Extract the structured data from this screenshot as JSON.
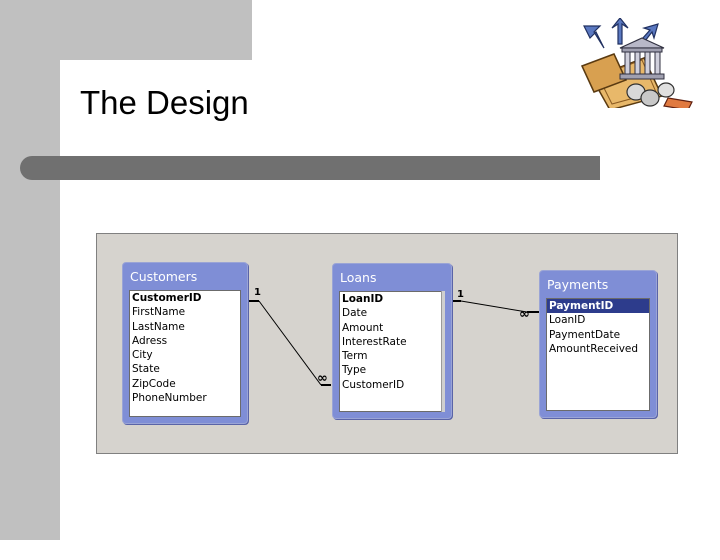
{
  "slide": {
    "title": "The Design"
  },
  "clipart": {
    "icon": "bank-finance-icon"
  },
  "tables": {
    "customers": {
      "title": "Customers",
      "fields": [
        "CustomerID",
        "FirstName",
        "LastName",
        "Adress",
        "City",
        "State",
        "ZipCode",
        "PhoneNumber"
      ]
    },
    "loans": {
      "title": "Loans",
      "fields": [
        "LoanID",
        "Date",
        "Amount",
        "InterestRate",
        "Term",
        "Type",
        "CustomerID"
      ]
    },
    "payments": {
      "title": "Payments",
      "fields": [
        "PaymentID",
        "LoanID",
        "PaymentDate",
        "AmountReceived"
      ]
    }
  },
  "relationships": {
    "customers_loans": {
      "one": "1",
      "many": "∞"
    },
    "loans_payments": {
      "one": "1",
      "many": "∞"
    }
  },
  "colors": {
    "table_header": "#7f8ed6",
    "selected_field": "#2d3c8c",
    "diagram_bg": "#d6d3ce",
    "band": "#c0c0c0",
    "divider": "#707070"
  }
}
